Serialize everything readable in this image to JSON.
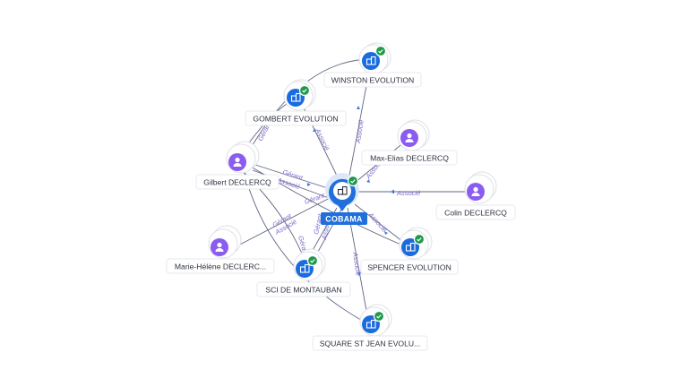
{
  "center": {
    "label": "COBAMA",
    "icon": "company-icon",
    "verified": true
  },
  "nodes": [
    {
      "id": "winston",
      "label": "WINSTON EVOLUTION",
      "kind": "company",
      "verified": true
    },
    {
      "id": "gombert",
      "label": "GOMBERT EVOLUTION",
      "kind": "company",
      "verified": true
    },
    {
      "id": "maxelias",
      "label": "Max-Elias DECLERCQ",
      "kind": "person",
      "verified": false
    },
    {
      "id": "gilbert",
      "label": "Gilbert DECLERCQ",
      "kind": "person",
      "verified": false
    },
    {
      "id": "colin",
      "label": "Colin DECLERCQ",
      "kind": "person",
      "verified": false
    },
    {
      "id": "mariehelene",
      "label": "Marie-Hélène DECLERC...",
      "kind": "person",
      "verified": false
    },
    {
      "id": "spencer",
      "label": "SPENCER EVOLUTION",
      "kind": "company",
      "verified": true
    },
    {
      "id": "scimontauban",
      "label": "SCI DE MONTAUBAN",
      "kind": "company",
      "verified": true
    },
    {
      "id": "squarestjean",
      "label": "SQUARE ST JEAN EVOLU...",
      "kind": "company",
      "verified": true
    }
  ],
  "edge_labels": {
    "associe": "Associé",
    "gerant": "Gérant"
  },
  "colors": {
    "person": "#8a5cf0",
    "company": "#1a6bde",
    "verified": "#1f9a4a",
    "edge_label": "#7a68c9"
  }
}
